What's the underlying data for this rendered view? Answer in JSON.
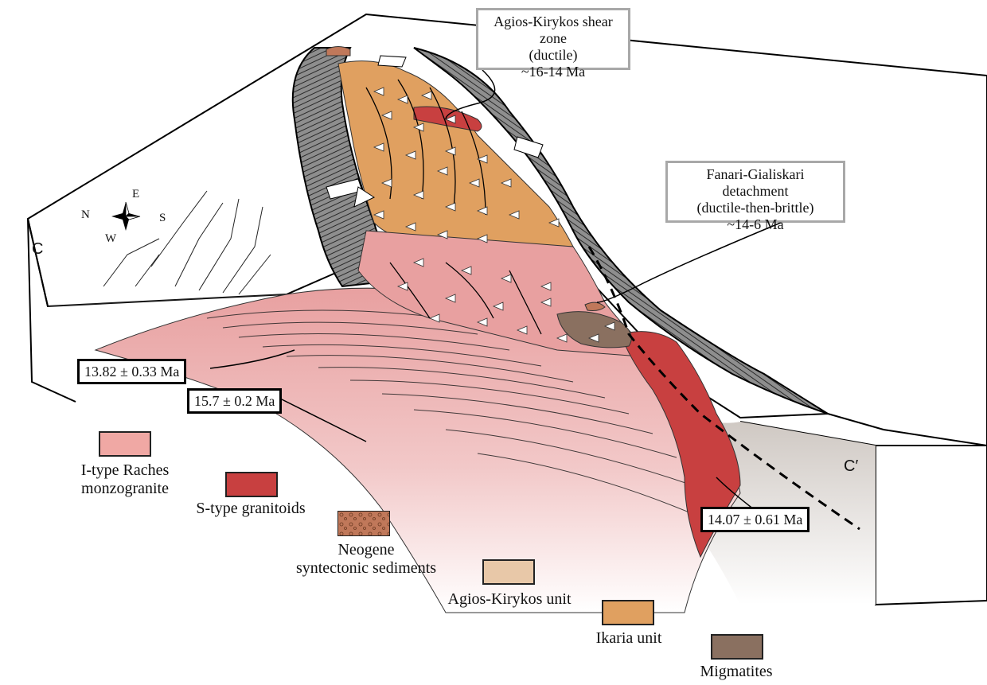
{
  "callouts": {
    "agios_kirykos_shear_zone": {
      "line1": "Agios-Kirykos shear zone",
      "line2": "(ductile)",
      "line3": "~16-14 Ma"
    },
    "fanari_gialiskari_detachment": {
      "line1": "Fanari-Gialiskari detachment",
      "line2": "(ductile-then-brittle)",
      "line3": "~14-6 Ma"
    }
  },
  "ages": {
    "age1": "13.82 ± 0.33 Ma",
    "age2": "15.7 ± 0.2 Ma",
    "age3": "14.07 ± 0.61 Ma"
  },
  "section_labels": {
    "left": "C",
    "right": "C′"
  },
  "compass": {
    "n": "N",
    "e": "E",
    "s": "S",
    "w": "W"
  },
  "legend": [
    {
      "label_line1": "I-type Raches",
      "label_line2": "monzogranite",
      "color": "#f0a8a4"
    },
    {
      "label_line1": "S-type granitoids",
      "label_line2": "",
      "color": "#c84040"
    },
    {
      "label_line1": "Neogene",
      "label_line2": "syntectonic sediments",
      "color": "#c0785a"
    },
    {
      "label_line1": "Agios-Kirykos unit",
      "label_line2": "",
      "color": "#e8c8a8"
    },
    {
      "label_line1": "Ikaria unit",
      "label_line2": "",
      "color": "#e0a060"
    },
    {
      "label_line1": "Migmatites",
      "label_line2": "",
      "color": "#8a7060"
    }
  ]
}
